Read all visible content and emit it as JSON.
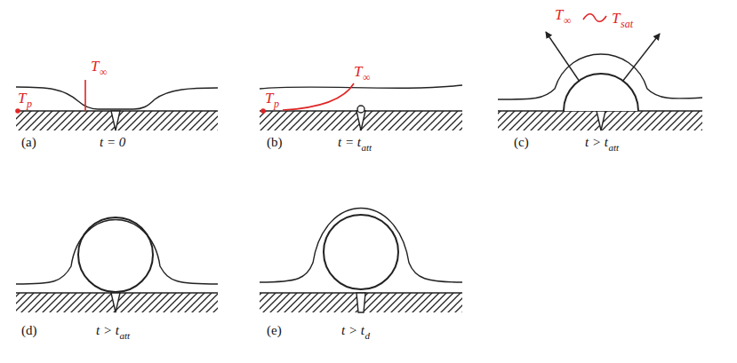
{
  "diagram": {
    "labels": [
      "T",
      "∞",
      "T",
      "p",
      "(a)",
      "t = 0",
      "T",
      "∞",
      "T",
      "p",
      "(b)",
      "t = t",
      "att",
      "T",
      "∞",
      "T",
      "sat",
      "(c)",
      "t > t",
      "att",
      "(d)",
      "t > t",
      "att",
      "(e)",
      "t > t",
      "d"
    ]
  }
}
